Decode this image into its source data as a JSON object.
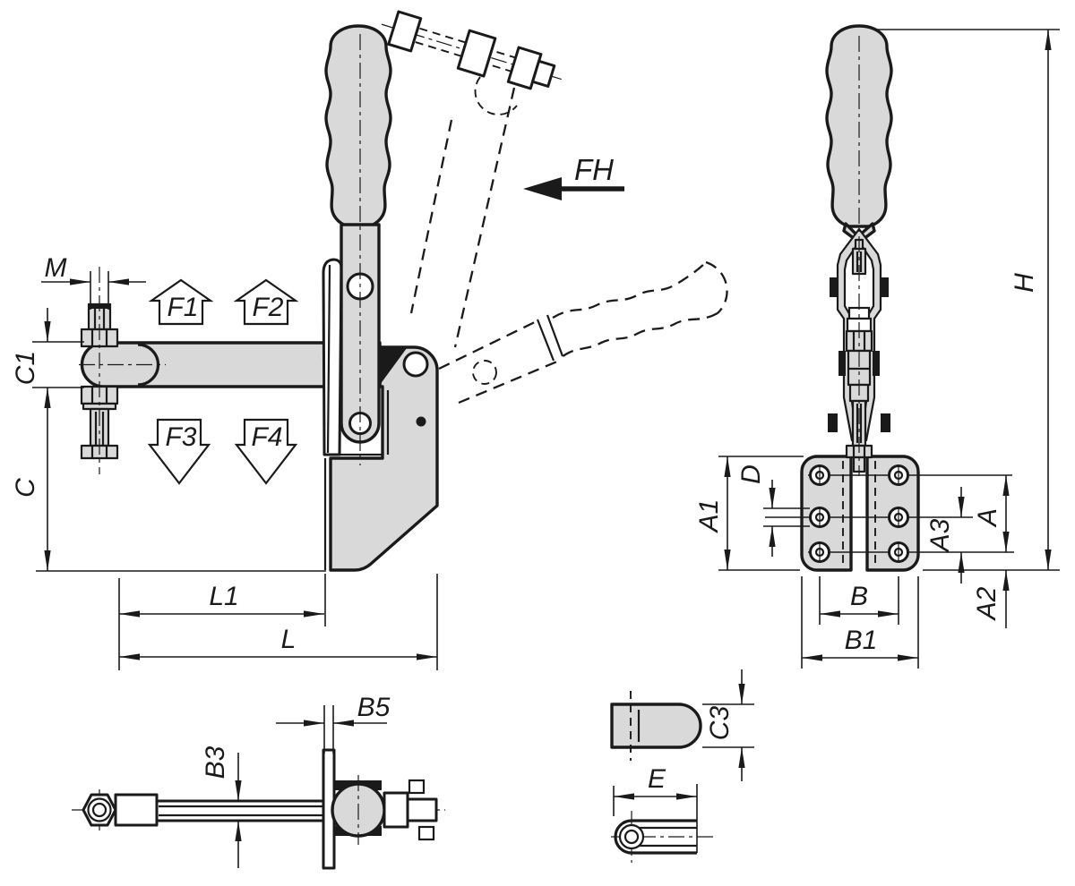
{
  "drawing_type": "technical-drawing-toggle-clamp",
  "labels": {
    "front": {
      "m": "M",
      "c1": "C1",
      "c": "C",
      "l1": "L1",
      "l": "L",
      "fh": "FH",
      "f1": "F1",
      "f2": "F2",
      "f3": "F3",
      "f4": "F4"
    },
    "side": {
      "h": "H",
      "a1": "A1",
      "d": "D",
      "a": "A",
      "a3": "A3",
      "a2": "A2",
      "b": "B",
      "b1": "B1"
    },
    "top": {
      "b3": "B3",
      "b5": "B5"
    },
    "details": {
      "c3": "C3",
      "e": "E"
    }
  },
  "colors": {
    "line": "#1a1a1a",
    "part_fill": "#d9d9d9",
    "background": "#ffffff"
  }
}
